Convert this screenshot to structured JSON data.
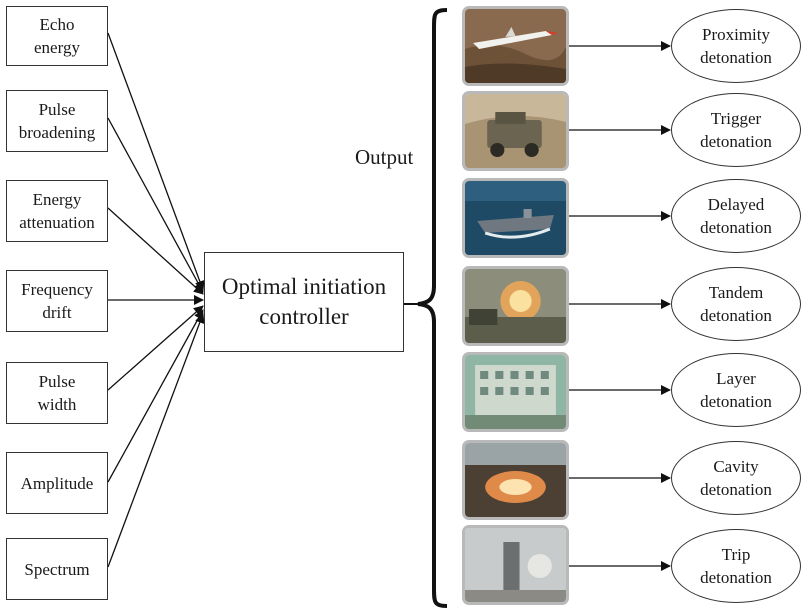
{
  "inputs": [
    {
      "label": "Echo\nenergy"
    },
    {
      "label": "Pulse\nbroadening"
    },
    {
      "label": "Energy\nattenuation"
    },
    {
      "label": "Frequency\ndrift"
    },
    {
      "label": "Pulse\nwidth"
    },
    {
      "label": "Amplitude"
    },
    {
      "label": "Spectrum"
    }
  ],
  "controller": {
    "label": "Optimal initiation\ncontroller"
  },
  "output_label": "Output",
  "outputs": [
    {
      "label": "Proximity\ndetonation",
      "photo_icon": "missile-photo"
    },
    {
      "label": "Trigger\ndetonation",
      "photo_icon": "armored-vehicle-photo"
    },
    {
      "label": "Delayed\ndetonation",
      "photo_icon": "aircraft-carrier-photo"
    },
    {
      "label": "Tandem\ndetonation",
      "photo_icon": "tank-explosion-photo"
    },
    {
      "label": "Layer\ndetonation",
      "photo_icon": "multistory-building-photo"
    },
    {
      "label": "Cavity\ndetonation",
      "photo_icon": "bunker-explosion-photo"
    },
    {
      "label": "Trip\ndetonation",
      "photo_icon": "tower-demolition-photo"
    }
  ]
}
